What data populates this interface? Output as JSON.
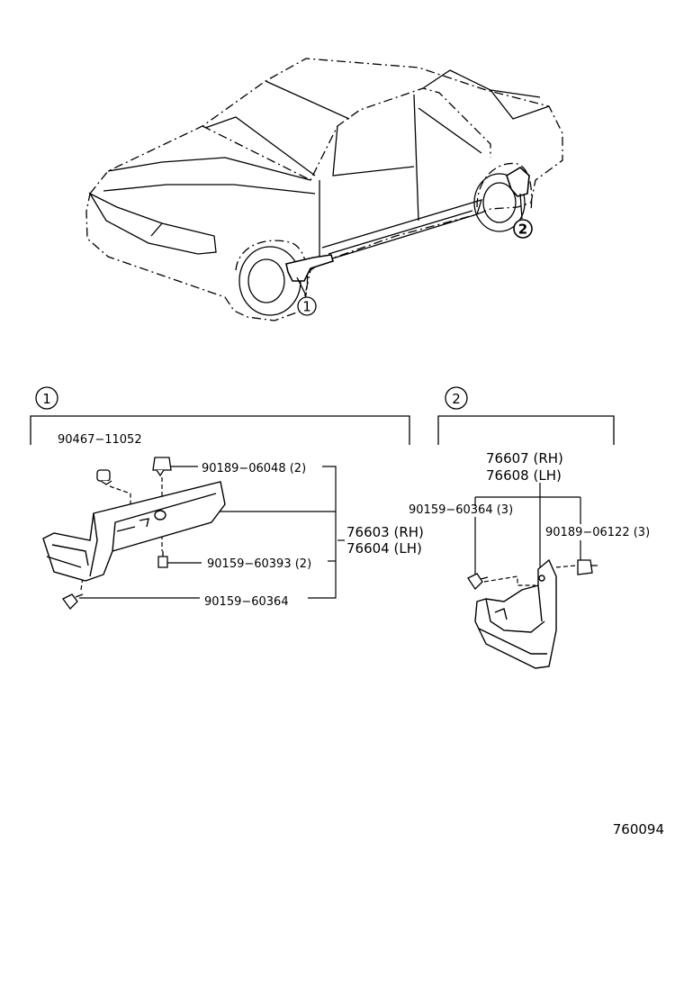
{
  "callouts": {
    "c1": "1",
    "c2": "2"
  },
  "section1": {
    "label": "1",
    "parts": {
      "p90467": "90467−11052",
      "p90189_06048": "90189−06048 (2)",
      "p76603": "76603 (RH)",
      "p76604": "76604 (LH)",
      "p90159_60393": "90159−60393 (2)",
      "p90159_60364": "90159−60364"
    }
  },
  "section2": {
    "label": "2",
    "parts": {
      "p76607": "76607 (RH)",
      "p76608": "76608 (LH)",
      "p90159_60364_3": "90159−60364 (3)",
      "p90189_06122": "90189−06122 (3)"
    }
  },
  "diagram_code": "760094"
}
